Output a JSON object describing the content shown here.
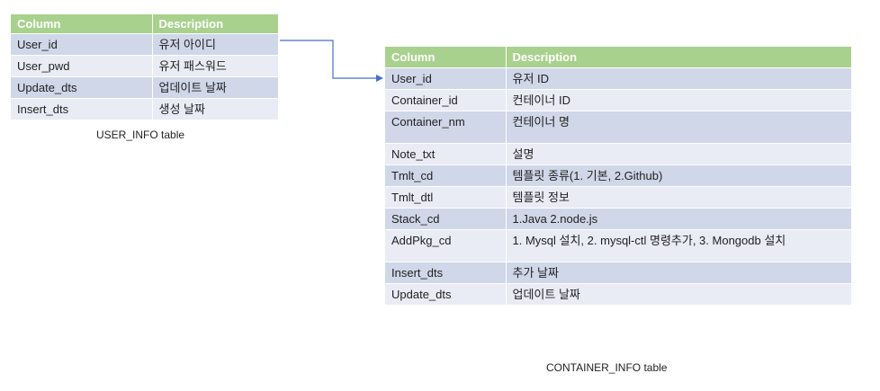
{
  "user_info": {
    "caption": "USER_INFO table",
    "headers": {
      "column": "Column",
      "description": "Description"
    },
    "rows": [
      {
        "column": "User_id",
        "description": "유저 아이디"
      },
      {
        "column": "User_pwd",
        "description": "유저 패스워드"
      },
      {
        "column": "Update_dts",
        "description": "업데이트 날짜"
      },
      {
        "column": "Insert_dts",
        "description": "생성 날짜"
      }
    ]
  },
  "container_info": {
    "caption": "CONTAINER_INFO table",
    "headers": {
      "column": "Column",
      "description": "Description"
    },
    "rows": [
      {
        "column": "User_id",
        "description": "유저 ID"
      },
      {
        "column": "Container_id",
        "description": "컨테이너 ID"
      },
      {
        "column": "Container_nm",
        "description": "컨테이너 명"
      },
      {
        "column": "Note_txt",
        "description": "설명"
      },
      {
        "column": "Tmlt_cd",
        "description": "템플릿 종류(1. 기본, 2.Github)"
      },
      {
        "column": "Tmlt_dtl",
        "description": "템플릿 정보"
      },
      {
        "column": "Stack_cd",
        "description": "1.Java 2.node.js"
      },
      {
        "column": "AddPkg_cd",
        "description": "1. Mysql 설치, 2. mysql-ctl 명령추가, 3. Mongodb 설치"
      },
      {
        "column": "Insert_dts",
        "description": "추가 날짜"
      },
      {
        "column": "Update_dts",
        "description": "업데이트 날짜"
      }
    ]
  },
  "colors": {
    "header_bg": "#a9d18e",
    "row_dark": "#cfd7e8",
    "row_light": "#e9ecf4",
    "connector": "#4472c4"
  }
}
